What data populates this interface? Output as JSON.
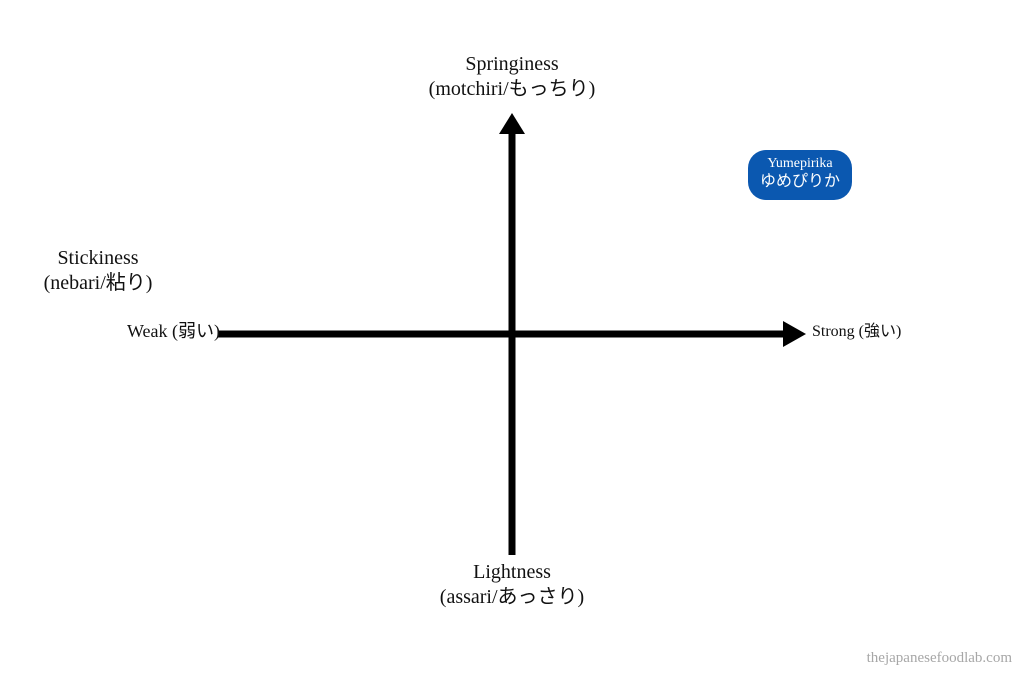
{
  "axes": {
    "vertical_top": {
      "title": "Springiness",
      "subtitle": "(motchiri/もっちり)"
    },
    "vertical_bottom": {
      "title": "Lightness",
      "subtitle": "(assari/あっさり)"
    },
    "horizontal": {
      "title": "Stickiness",
      "subtitle": "(nebari/粘り)",
      "low_label": "Weak (弱い)",
      "high_label": "Strong (強い)"
    }
  },
  "items": [
    {
      "name_en": "Yumepirika",
      "name_jp": "ゆめぴりか",
      "color": "#0b58b0"
    }
  ],
  "watermark": "thejapanesefoodlab.com",
  "colors": {
    "axis": "#000000",
    "background": "#ffffff",
    "watermark": "#a7a7a7"
  }
}
